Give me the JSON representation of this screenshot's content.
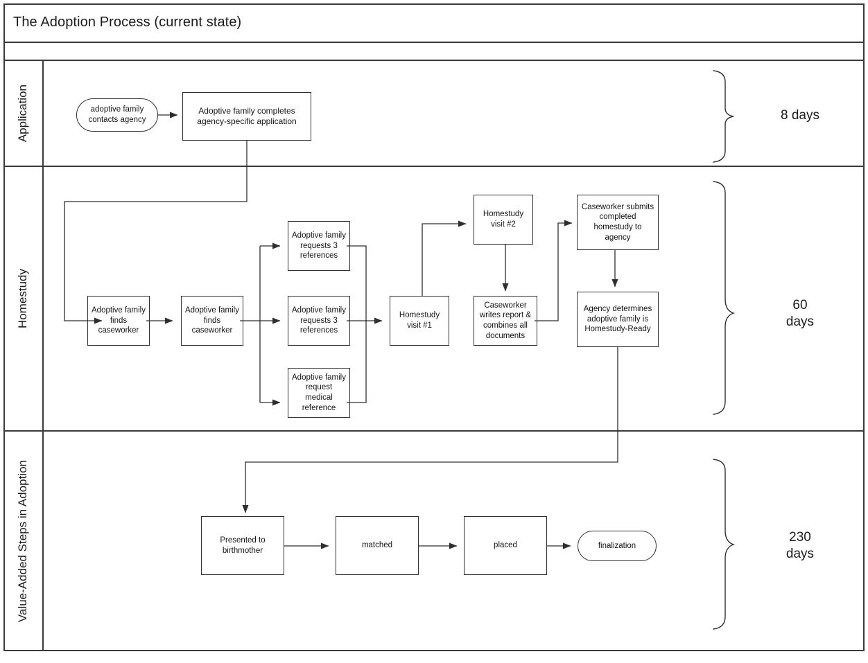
{
  "diagram": {
    "title": "The Adoption Process (current state)",
    "type": "swimlane-flowchart",
    "lanes": [
      {
        "id": "application",
        "label": "Application",
        "duration": "8 days",
        "nodes": [
          {
            "id": "a1",
            "shape": "oval",
            "text": "adoptive family contacts agency"
          },
          {
            "id": "a2",
            "shape": "rect",
            "text": "Adoptive family completes agency-specific application"
          }
        ]
      },
      {
        "id": "homestudy",
        "label": "Homestudy",
        "duration": "60 days",
        "duration_lines": [
          "60",
          "days"
        ],
        "nodes": [
          {
            "id": "h1",
            "shape": "rect",
            "text": "Adoptive family finds caseworker"
          },
          {
            "id": "h2",
            "shape": "rect",
            "text": "Adoptive family finds caseworker"
          },
          {
            "id": "h3",
            "shape": "rect",
            "text": "Adoptive family requests 3 references"
          },
          {
            "id": "h4",
            "shape": "rect",
            "text": "Adoptive family requests 3 references"
          },
          {
            "id": "h5",
            "shape": "rect",
            "text": "Adoptive family request medical reference"
          },
          {
            "id": "h6",
            "shape": "rect",
            "text": "Homestudy visit #1"
          },
          {
            "id": "h7",
            "shape": "rect",
            "text": "Homestudy visit #2"
          },
          {
            "id": "h8",
            "shape": "rect",
            "text": "Caseworker writes report & combines all documents"
          },
          {
            "id": "h9",
            "shape": "rect",
            "text": "Caseworker submits completed homestudy to agency"
          },
          {
            "id": "h10",
            "shape": "rect",
            "text": "Agency determines adoptive family is Homestudy-Ready"
          }
        ]
      },
      {
        "id": "value-added",
        "label": "Value-Added Steps in Adoption",
        "duration": "230 days",
        "duration_lines": [
          "230",
          "days"
        ],
        "nodes": [
          {
            "id": "v1",
            "shape": "rect",
            "text": "Presented to birthmother"
          },
          {
            "id": "v2",
            "shape": "rect",
            "text": "matched"
          },
          {
            "id": "v3",
            "shape": "rect",
            "text": "placed"
          },
          {
            "id": "v4",
            "shape": "oval",
            "text": "finalization"
          }
        ]
      }
    ],
    "colors": {
      "frame": "#3a3a3a",
      "node_border": "#2e2e2e",
      "connector": "#2e2e2e",
      "text": "#141414",
      "background": "#ffffff"
    }
  }
}
